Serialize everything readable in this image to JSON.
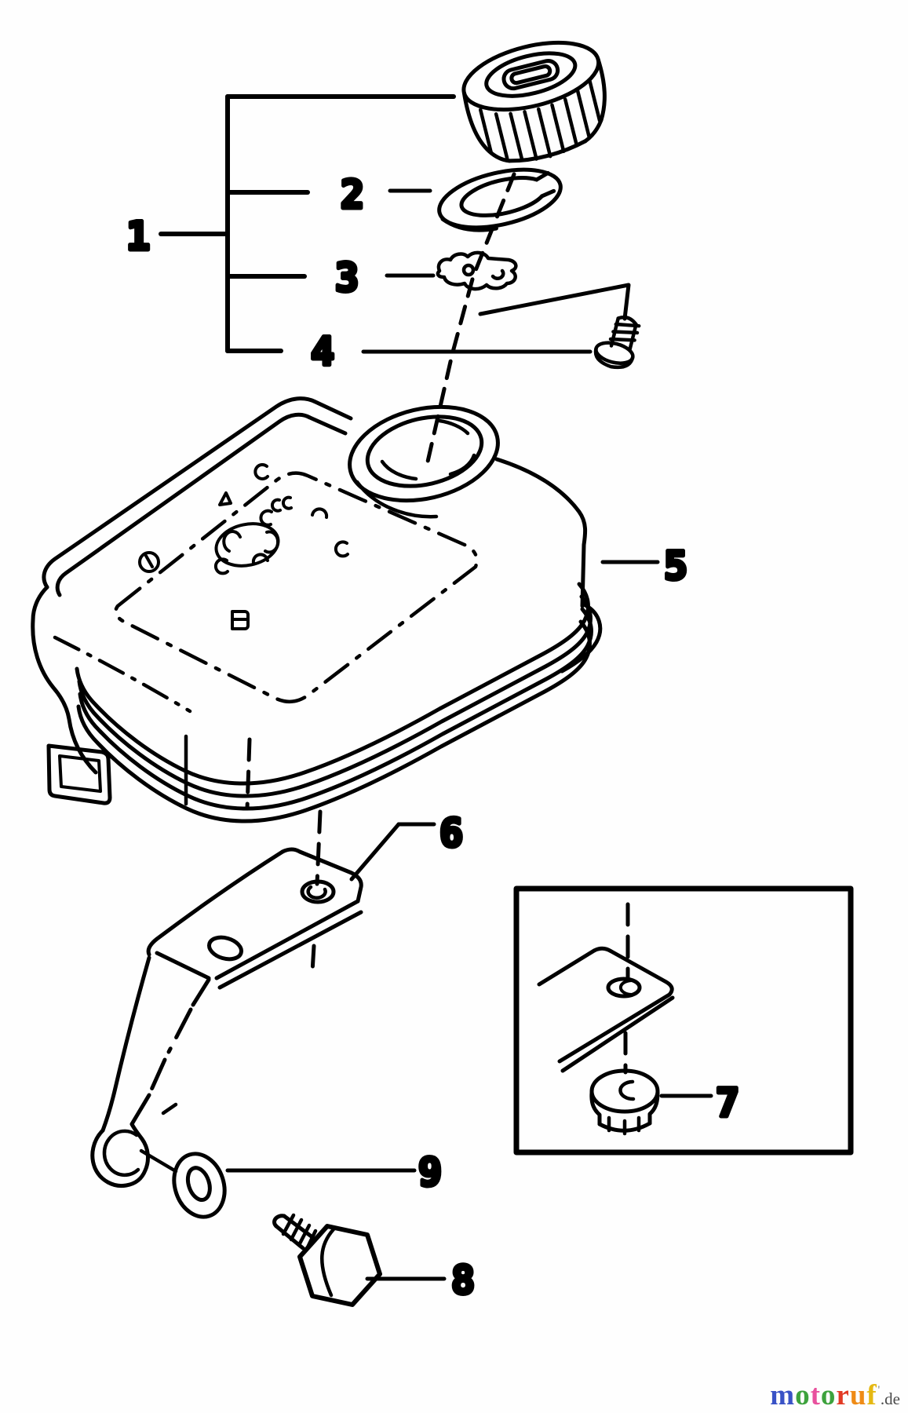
{
  "diagram": {
    "type": "exploded-parts-line-drawing",
    "subject": "fuel tank assembly",
    "line_color": "#000000",
    "background": "#fefefe",
    "callouts": [
      {
        "label": "1"
      },
      {
        "label": "2"
      },
      {
        "label": "3"
      },
      {
        "label": "4"
      },
      {
        "label": "5"
      },
      {
        "label": "6"
      },
      {
        "label": "7"
      },
      {
        "label": "8"
      },
      {
        "label": "9"
      }
    ]
  },
  "watermark": {
    "letters": [
      {
        "ch": "m",
        "color": "#3952c6"
      },
      {
        "ch": "o",
        "color": "#3da23d"
      },
      {
        "ch": "t",
        "color": "#e8519e"
      },
      {
        "ch": "o",
        "color": "#3da23d"
      },
      {
        "ch": "r",
        "color": "#e23a24"
      },
      {
        "ch": "u",
        "color": "#ef8b16"
      },
      {
        "ch": "f",
        "color": "#e5b812"
      }
    ],
    "tick": "'",
    "suffix": ".de",
    "suffix_color": "#4a4a4a"
  }
}
